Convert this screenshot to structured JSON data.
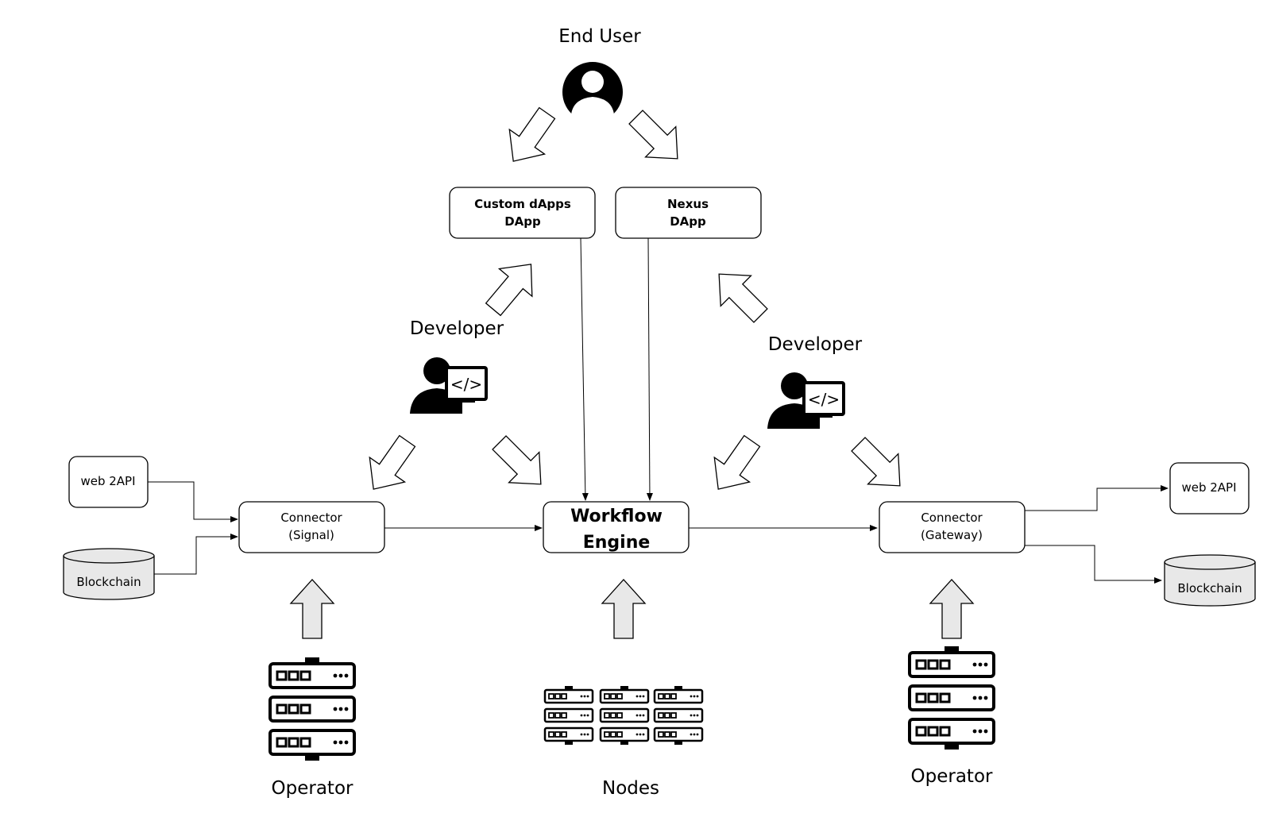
{
  "labels": {
    "end_user": "End User",
    "developer_left": "Developer",
    "developer_right": "Developer",
    "operator_left": "Operator",
    "operator_right": "Operator",
    "nodes": "Nodes"
  },
  "boxes": {
    "custom_dapps": {
      "line1": "Custom dApps",
      "line2": "DApp"
    },
    "nexus": {
      "line1": "Nexus",
      "line2": "DApp"
    },
    "workflow": {
      "line1": "Workflow",
      "line2": "Engine"
    },
    "connector_signal": {
      "line1": "Connector",
      "line2": "(Signal)"
    },
    "connector_gateway": {
      "line1": "Connector",
      "line2": "(Gateway)"
    },
    "web2api_left": "web 2API",
    "web2api_right": "web 2API",
    "blockchain_left": "Blockchain",
    "blockchain_right": "Blockchain"
  },
  "icons": {
    "developer_screen_glyph": "</>"
  },
  "colors": {
    "stroke": "#000000",
    "fill_gray": "#e8e8e8",
    "arrow_fill": "#ffffff"
  }
}
